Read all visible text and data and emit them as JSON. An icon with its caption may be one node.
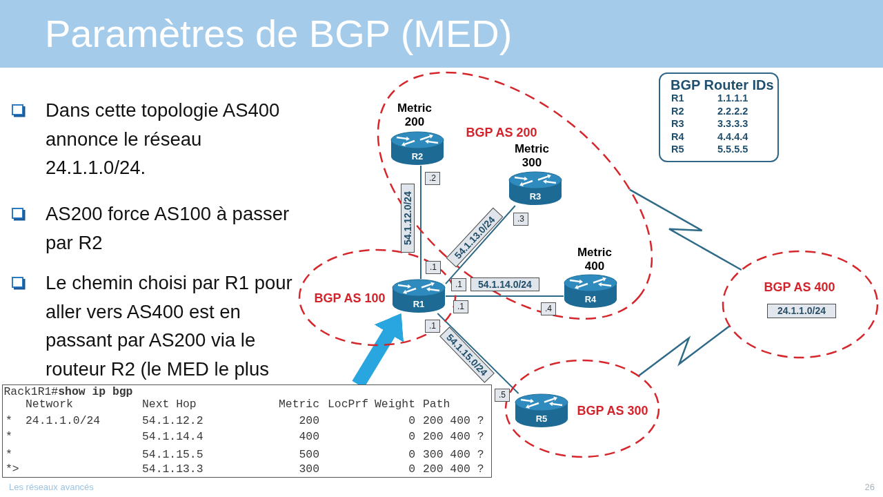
{
  "diagram": {
    "title": "Paramètres de BGP (MED)",
    "nodes": [
      {
        "text": [
          "BGP AS 200"
        ]
      },
      {
        "text": [
          "R2"
        ],
        "in": 0,
        "beside": [
          "Metric 200"
        ]
      },
      {
        "text": [
          "BGP Router IDs",
          "R1",
          "1.1.1.1",
          "R2",
          "2.2.2.2",
          "R3",
          "3.3.3.3",
          "R4",
          "4.4.4.4",
          "R5",
          "5.5.5.5"
        ]
      },
      {
        "text": [
          "R3"
        ],
        "in": 0,
        "beside": [
          "Metric 300"
        ]
      },
      {
        "text": [
          "BGP AS 100"
        ]
      },
      {
        "text": [
          "R1"
        ],
        "in": 4
      },
      {
        "text": [
          "R4"
        ],
        "in": 0,
        "beside": [
          "Metric 400"
        ]
      },
      {
        "text": [
          "BGP AS 400"
        ]
      },
      {
        "text": [
          "24.1.1.0/24"
        ],
        "in": 7
      },
      {
        "text": [
          "BGP AS 300"
        ]
      },
      {
        "text": [
          "R5"
        ],
        "in": 9
      },
      {
        "text": [
          "Rack1R1#**show ip bgp**",
          "Network",
          "Next Hop",
          "Metric",
          "LocPrf",
          "Weight",
          "Path",
          "*",
          "24.1.1.0/24",
          "54.1.12.2",
          "200",
          "0",
          "200 400 ?",
          "*",
          "54.1.14.4",
          "400",
          "0",
          "200 400 ?",
          "*",
          "54.1.15.5",
          "500",
          "0",
          "300 400 ?",
          "*>",
          "54.1.13.3",
          "300",
          "0",
          "200 400 ?"
        ]
      }
    ],
    "edges": [
      {
        "from": 5,
        "to": 1,
        "arrow": "none",
        "label": "54.1.12.0/24"
      },
      {
        "from": 5,
        "to": 3,
        "arrow": "none",
        "label": "54.1.13.0/24"
      },
      {
        "from": 5,
        "to": 6,
        "arrow": "none",
        "label": "54.1.14.0/24"
      },
      {
        "from": 5,
        "to": 10,
        "arrow": "none",
        "label": "54.1.15.0/24"
      },
      {
        "from": 0,
        "to": 7,
        "arrow": "none"
      },
      {
        "from": 9,
        "to": 7,
        "arrow": "none"
      },
      {
        "from": 11,
        "to": 5,
        "arrow": "to",
        "style": "thick",
        "color": "#29a6df"
      }
    ],
    "labels": [
      "Dans cette topologie AS400 annonce le réseau 24.1.1.0/24.",
      "AS200 force AS100 à passer par R2",
      "Le chemin choisi par R1 pour aller vers AS400 est en passant par AS200 via le routeur R2 (le MED le plus",
      ".2",
      ".3",
      ".1",
      ".1",
      ".1",
      ".4",
      ".1",
      ".5",
      "Les réseaux avancés",
      "26"
    ]
  }
}
